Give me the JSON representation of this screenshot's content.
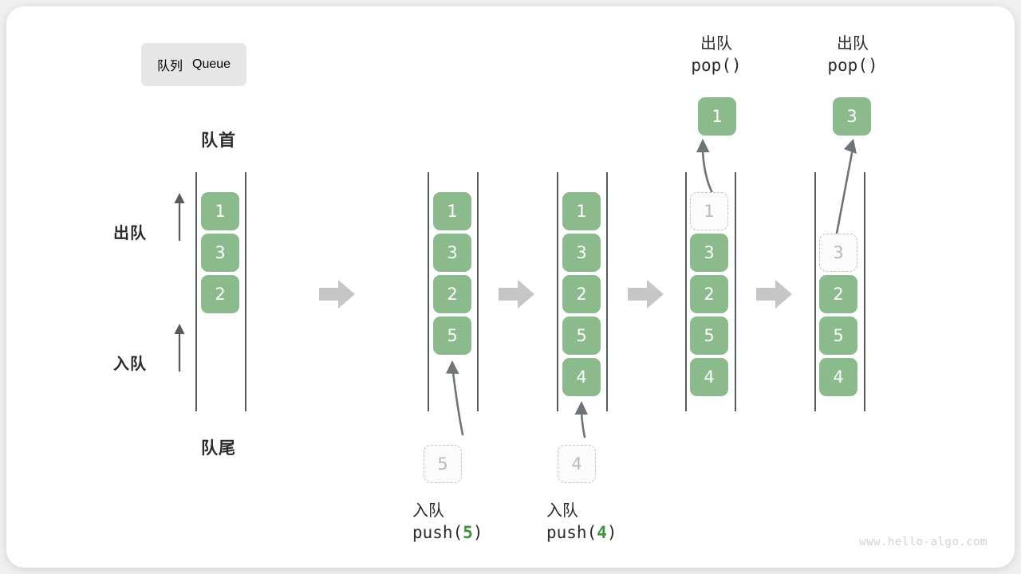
{
  "title": {
    "cn": "队列",
    "en": "Queue"
  },
  "labels": {
    "head": "队首",
    "tail": "队尾",
    "dequeue": "出队",
    "enqueue": "入队",
    "pop_cn": "出队",
    "push_cn": "入队",
    "pop_code": "pop()",
    "push_code_prefix": "push(",
    "push_code_suffix": ")"
  },
  "colors": {
    "cell_fill": "#8bbb8d",
    "cell_text": "#ffffff",
    "ghost_border": "#c4c4c4",
    "ghost_text": "#b9b9b9",
    "rail": "#555a5d",
    "arrow": "#c6c6c6",
    "accent_num": "#3f9142",
    "badge_bg": "#e6e6e6"
  },
  "columns": [
    {
      "name": "initial-queue",
      "cells": [
        {
          "value": "1",
          "state": "filled"
        },
        {
          "value": "3",
          "state": "filled"
        },
        {
          "value": "2",
          "state": "filled"
        }
      ]
    },
    {
      "name": "after-push-5",
      "cells": [
        {
          "value": "1",
          "state": "filled"
        },
        {
          "value": "3",
          "state": "filled"
        },
        {
          "value": "2",
          "state": "filled"
        },
        {
          "value": "5",
          "state": "filled"
        }
      ],
      "push_ghost": "5",
      "caption_cn": "入队",
      "caption_code_value": "5"
    },
    {
      "name": "after-push-4",
      "cells": [
        {
          "value": "1",
          "state": "filled"
        },
        {
          "value": "3",
          "state": "filled"
        },
        {
          "value": "2",
          "state": "filled"
        },
        {
          "value": "5",
          "state": "filled"
        },
        {
          "value": "4",
          "state": "filled"
        }
      ],
      "push_ghost": "4",
      "caption_cn": "入队",
      "caption_code_value": "4"
    },
    {
      "name": "after-pop-1",
      "cells": [
        {
          "value": "1",
          "state": "ghost"
        },
        {
          "value": "3",
          "state": "filled"
        },
        {
          "value": "2",
          "state": "filled"
        },
        {
          "value": "5",
          "state": "filled"
        },
        {
          "value": "4",
          "state": "filled"
        }
      ],
      "popped_value": "1",
      "caption_cn": "出队",
      "caption_code": "pop()"
    },
    {
      "name": "after-pop-3",
      "cells": [
        {
          "value": "",
          "state": "empty"
        },
        {
          "value": "3",
          "state": "ghost"
        },
        {
          "value": "2",
          "state": "filled"
        },
        {
          "value": "5",
          "state": "filled"
        },
        {
          "value": "4",
          "state": "filled"
        }
      ],
      "popped_value": "3",
      "caption_cn": "出队",
      "caption_code": "pop()"
    }
  ],
  "watermark": "www.hello-algo.com"
}
